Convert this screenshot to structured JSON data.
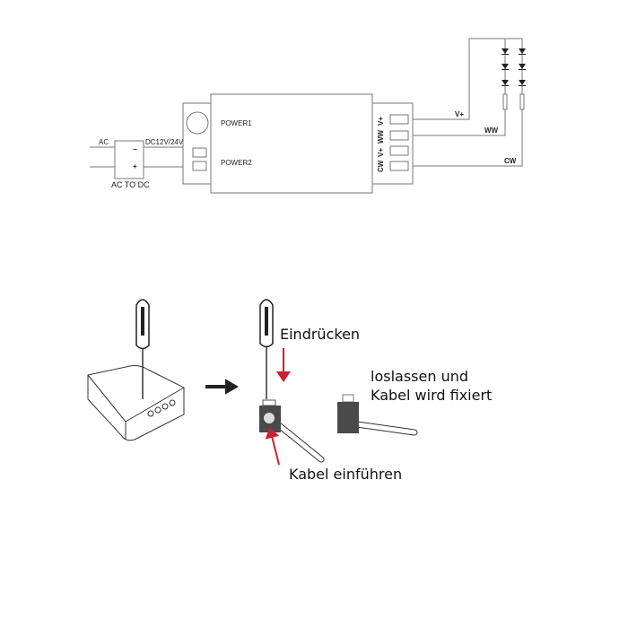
{
  "wiring": {
    "ac_label": "AC",
    "minus": "−",
    "plus": "+",
    "converter_label": "AC TO DC",
    "dc_label": "DC12V/24V",
    "power1": "POWER1",
    "power2": "POWER2",
    "terminals": [
      "V+",
      "WW",
      "V+",
      "CW"
    ],
    "wire_labels": {
      "vplus": "V+",
      "ww": "WW",
      "cw": "CW"
    }
  },
  "instructions": {
    "press": "Eindrücken",
    "release_line1": "loslassen und",
    "release_line2": "Kabel wird fixiert",
    "insert": "Kabel einführen"
  },
  "colors": {
    "line": "#555555",
    "red": "#cc1f2f",
    "block": "#4a4a4a"
  }
}
